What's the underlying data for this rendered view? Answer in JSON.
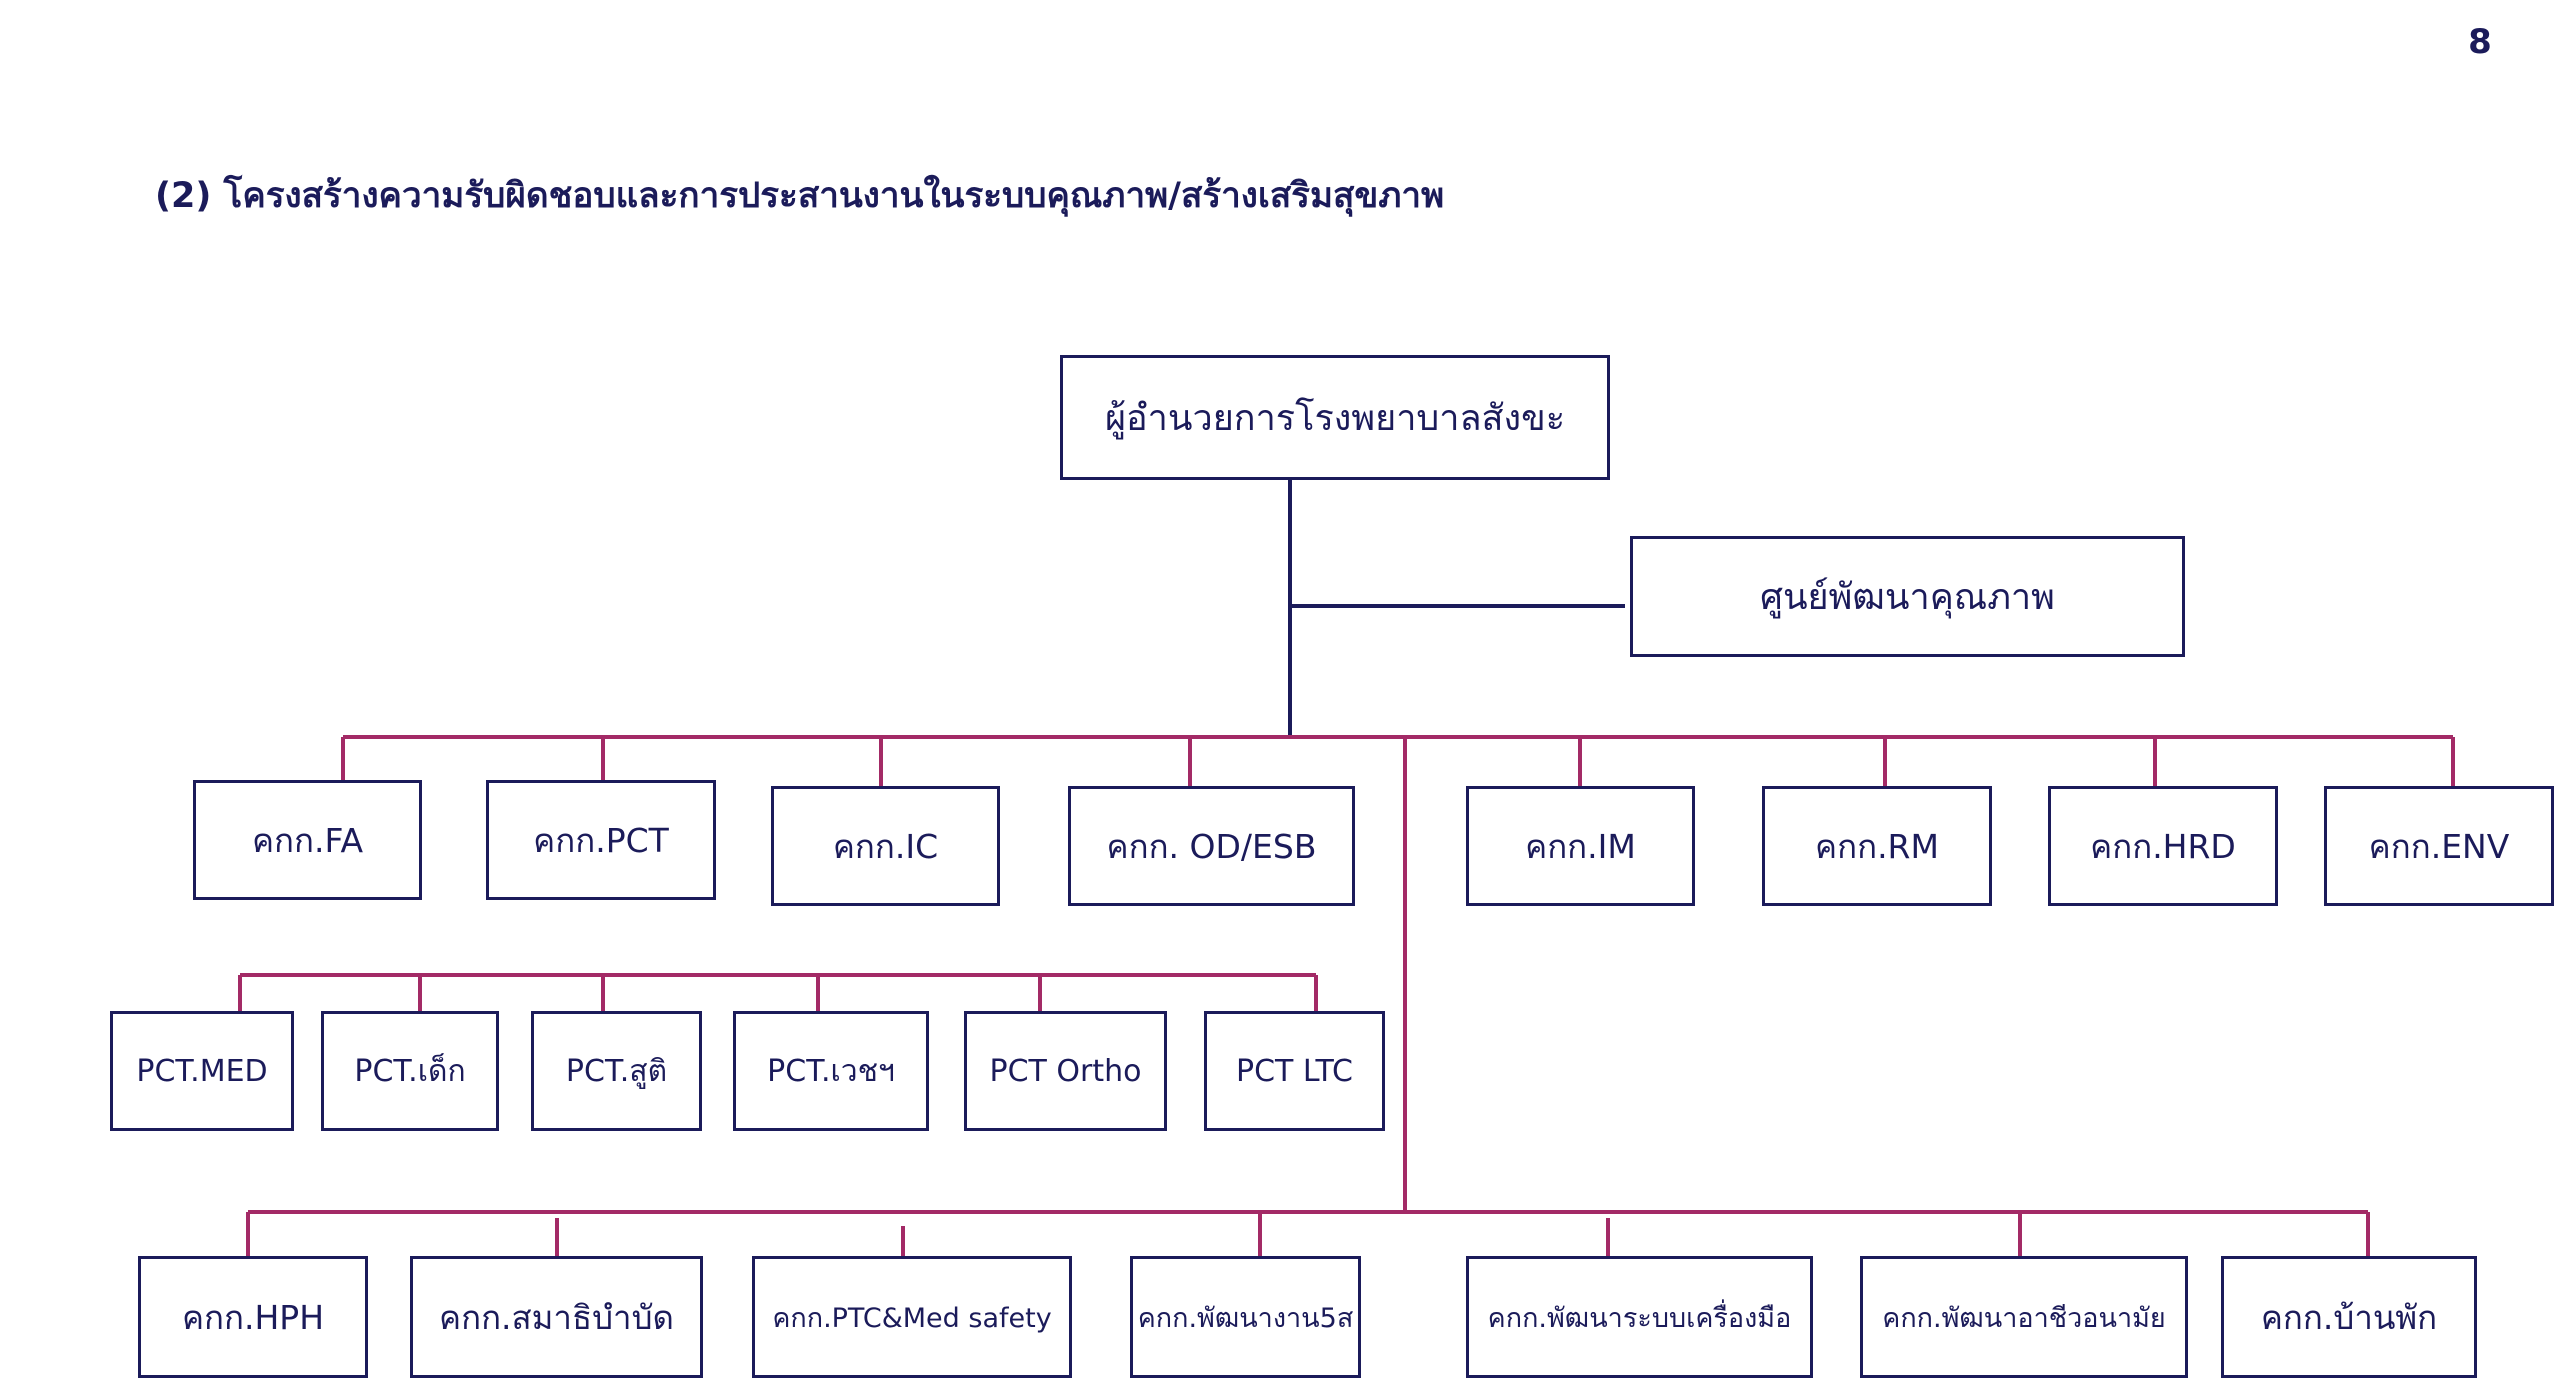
{
  "page_number": "8",
  "heading": "(2) โครงสร้างความรับผิดชอบและการประสานงานในระบบคุณภาพ/สร้างเสริมสุขภาพ",
  "colors": {
    "navy": "#1b1b5a",
    "magenta": "#a32a66"
  },
  "nodes": {
    "director": "ผู้อำนวยการโรงพยาบาลสังขะ",
    "quality_center": "ศูนย์พัฒนาคุณภาพ",
    "committees": [
      "คกก.FA",
      "คกก.PCT",
      "คกก.IC",
      "คกก. OD/ESB",
      "คกก.IM",
      "คกก.RM",
      "คกก.HRD",
      "คกก.ENV"
    ],
    "pct_teams": [
      "PCT.MED",
      "PCT.เด็ก",
      "PCT.สูติ",
      "PCT.เวชฯ",
      "PCT Ortho",
      "PCT LTC"
    ],
    "other_committees": [
      "คกก.HPH",
      "คกก.สมาธิบำบัด",
      "คกก.PTC&Med safety",
      "คกก.พัฒนางาน5ส",
      "คกก.พัฒนาระบบเครื่องมือ",
      "คกก.พัฒนาอาชีวอนามัย",
      "คกก.บ้านพัก"
    ]
  }
}
